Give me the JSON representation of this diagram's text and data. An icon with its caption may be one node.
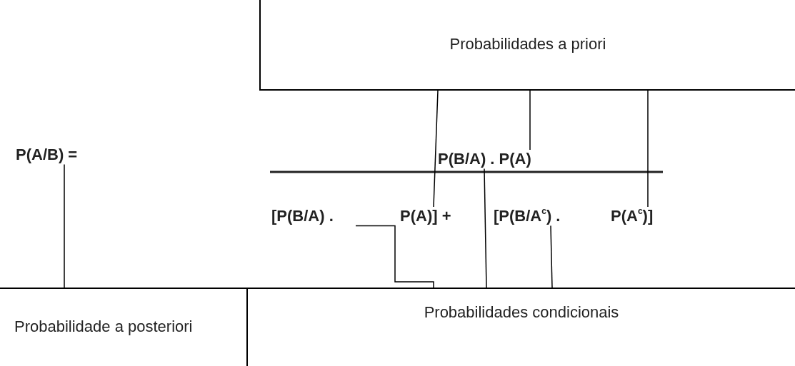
{
  "diagram": {
    "nodes": [
      {
        "text": [
          "Probabilidades a priori"
        ]
      },
      {
        "text": [
          "P(A/B) ="
        ]
      },
      {
        "text": [
          "P(B/A) . P(A)"
        ]
      },
      {
        "text": [
          "[P(B/A) ."
        ]
      },
      {
        "text": [
          "P(A)] +"
        ]
      },
      {
        "text": [
          "[P(B/A$^{c}$) ."
        ]
      },
      {
        "text": [
          "P(A$^{c}$)]"
        ]
      },
      {
        "text": [
          "Probabilidade a posteriori"
        ]
      },
      {
        "text": [
          "Probabilidades condicionais"
        ]
      }
    ],
    "edges": [
      {
        "from": 0,
        "to": 4,
        "arrow": "none"
      },
      {
        "from": 0,
        "to": 2,
        "arrow": "none"
      },
      {
        "from": 0,
        "to": 6,
        "arrow": "none"
      },
      {
        "from": 1,
        "to": 7,
        "arrow": "none"
      },
      {
        "from": 3,
        "to": 8,
        "arrow": "none"
      },
      {
        "from": 2,
        "to": 8,
        "arrow": "none"
      },
      {
        "from": 5,
        "to": 8,
        "arrow": "none"
      }
    ]
  }
}
